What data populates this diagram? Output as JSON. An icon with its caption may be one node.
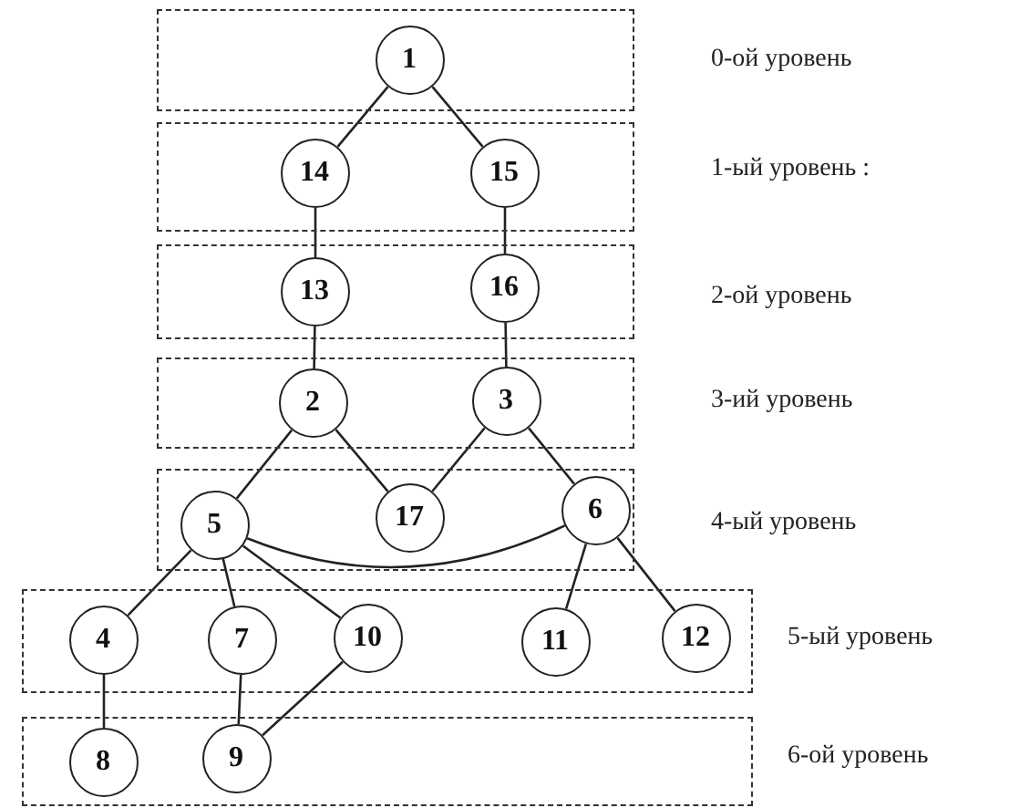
{
  "diagram": {
    "nodes": [
      {
        "text": [],
        "shape": "box",
        "beside": [
          "0-ой уровень"
        ]
      },
      {
        "text": [
          "1"
        ],
        "in": 0
      },
      {
        "text": [],
        "shape": "box",
        "beside": [
          "1-ый уровень :"
        ]
      },
      {
        "text": [
          "14"
        ],
        "in": 2
      },
      {
        "text": [
          "15"
        ],
        "in": 2
      },
      {
        "text": [],
        "shape": "box",
        "beside": [
          "2-ой уровень"
        ]
      },
      {
        "text": [
          "13"
        ],
        "in": 5
      },
      {
        "text": [
          "16"
        ],
        "in": 5
      },
      {
        "text": [],
        "shape": "box",
        "beside": [
          "3-ий уровень"
        ]
      },
      {
        "text": [
          "2"
        ],
        "in": 8
      },
      {
        "text": [
          "3"
        ],
        "in": 8
      },
      {
        "text": [],
        "shape": "box",
        "beside": [
          "4-ый уровень"
        ]
      },
      {
        "text": [
          "5"
        ],
        "in": 11
      },
      {
        "text": [
          "17"
        ],
        "in": 11
      },
      {
        "text": [
          "6"
        ],
        "in": 11
      },
      {
        "text": [],
        "shape": "box",
        "beside": [
          "5-ый уровень"
        ]
      },
      {
        "text": [
          "4"
        ],
        "in": 15
      },
      {
        "text": [
          "7"
        ],
        "in": 15
      },
      {
        "text": [
          "10"
        ],
        "in": 15
      },
      {
        "text": [
          "11"
        ],
        "in": 15
      },
      {
        "text": [
          "12"
        ],
        "in": 15
      },
      {
        "text": [],
        "shape": "box",
        "beside": [
          "6-ой уровень"
        ]
      },
      {
        "text": [
          "8"
        ],
        "in": 21
      },
      {
        "text": [
          "9"
        ],
        "in": 21
      }
    ],
    "edges": [
      {
        "from": 1,
        "to": 3,
        "arrow": "none"
      },
      {
        "from": 1,
        "to": 4,
        "arrow": "none"
      },
      {
        "from": 3,
        "to": 6,
        "arrow": "none"
      },
      {
        "from": 4,
        "to": 7,
        "arrow": "none"
      },
      {
        "from": 6,
        "to": 9,
        "arrow": "none"
      },
      {
        "from": 7,
        "to": 10,
        "arrow": "none"
      },
      {
        "from": 9,
        "to": 12,
        "arrow": "none"
      },
      {
        "from": 9,
        "to": 13,
        "arrow": "none"
      },
      {
        "from": 10,
        "to": 13,
        "arrow": "none"
      },
      {
        "from": 10,
        "to": 14,
        "arrow": "none"
      },
      {
        "from": 12,
        "to": 16,
        "arrow": "none"
      },
      {
        "from": 12,
        "to": 17,
        "arrow": "none"
      },
      {
        "from": 12,
        "to": 18,
        "arrow": "none"
      },
      {
        "from": 12,
        "to": 14,
        "arrow": "none"
      },
      {
        "from": 14,
        "to": 19,
        "arrow": "none"
      },
      {
        "from": 14,
        "to": 20,
        "arrow": "none"
      },
      {
        "from": 16,
        "to": 22,
        "arrow": "none"
      },
      {
        "from": 17,
        "to": 23,
        "arrow": "none"
      },
      {
        "from": 18,
        "to": 23,
        "arrow": "none"
      }
    ]
  }
}
